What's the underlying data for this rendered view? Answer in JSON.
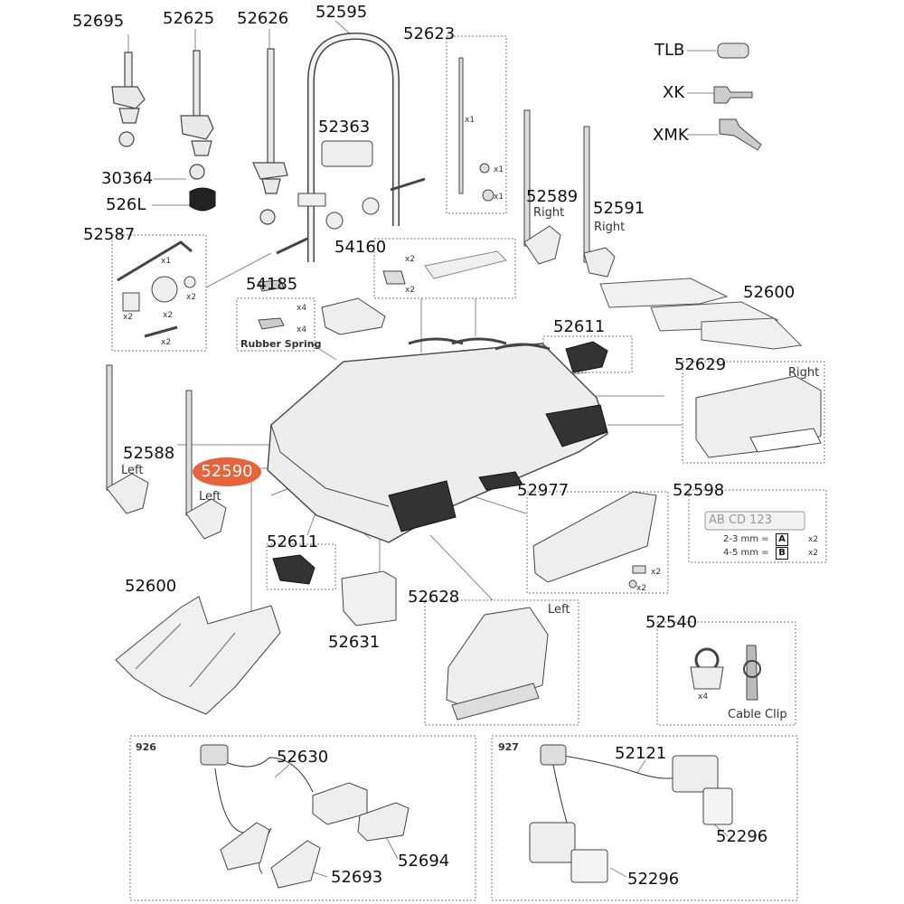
{
  "parts": {
    "p52695": "52695",
    "p52625": "52625",
    "p52626": "52626",
    "p52595": "52595",
    "p52623": "52623",
    "tlb": "TLB",
    "xk": "XK",
    "xmk": "XMK",
    "p52363": "52363",
    "p30364": "30364",
    "p526l": "526L",
    "p52589": "52589",
    "p52591": "52591",
    "p52587": "52587",
    "p54160": "54160",
    "p52600_top": "52600",
    "p54185": "54185",
    "p52611_top": "52611",
    "p52629": "52629",
    "p52588": "52588",
    "p52590": "52590",
    "p52977": "52977",
    "p52598": "52598",
    "p52611_bottom": "52611",
    "p52600_bottom": "52600",
    "p52628": "52628",
    "p52540": "52540",
    "p52631": "52631",
    "p52630": "52630",
    "p52121": "52121",
    "p52296_a": "52296",
    "p52296_b": "52296",
    "p52694": "52694",
    "p52693": "52693"
  },
  "captions": {
    "right_52589": "Right",
    "right_52591": "Right",
    "right_52629": "Right",
    "left_52588": "Left",
    "left_52590": "Left",
    "left_52628": "Left",
    "rubber_spring": "Rubber Spring",
    "cable_clip": "Cable Clip",
    "set_926": "926",
    "set_927": "927"
  },
  "quantities": {
    "x1_a": "x1",
    "x1_b": "x1",
    "x1_c": "x1",
    "x1_d": "x1",
    "x2_a": "x2",
    "x2_b": "x2",
    "x2_c": "x2",
    "x2_d": "x2",
    "x2_e": "x2",
    "x2_f": "x2",
    "x2_g": "x2",
    "x2_h": "x2",
    "x4_a": "x4",
    "x4_b": "x4",
    "x4_c": "x4"
  },
  "plate": {
    "text": "AB CD 123",
    "row_a": "2-3 mm =",
    "row_b": "4-5 mm =",
    "tag_a": "A",
    "tag_b": "B",
    "qty_a": "x2",
    "qty_b": "x2"
  },
  "highlight_color": "#e8623a"
}
